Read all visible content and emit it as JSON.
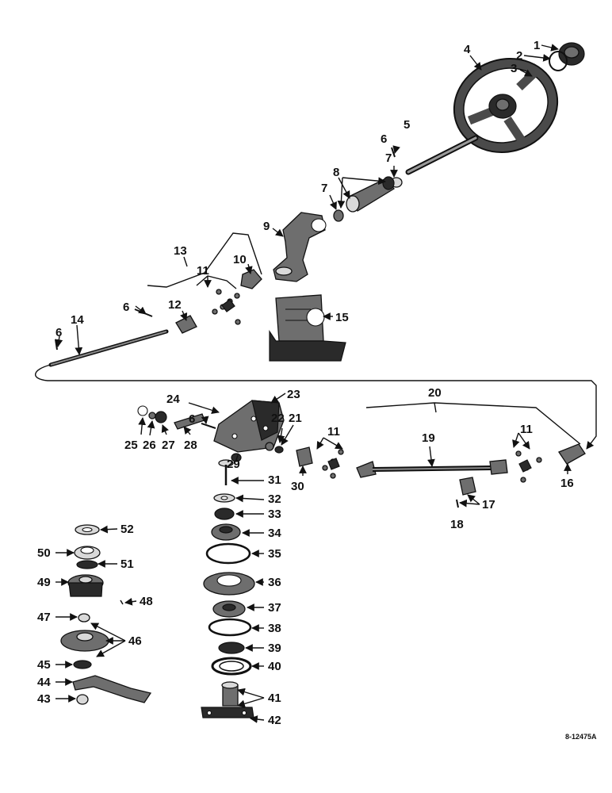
{
  "figure_id": "8-12475A",
  "callouts": {
    "c1": "1",
    "c2": "2",
    "c3": "3",
    "c4": "4",
    "c5": "5",
    "c6a": "6",
    "c6b": "6",
    "c6c": "6",
    "c6d": "6",
    "c7a": "7",
    "c7b": "7",
    "c8": "8",
    "c9": "9",
    "c10": "10",
    "c11a": "11",
    "c11b": "11",
    "c11c": "11",
    "c12": "12",
    "c13": "13",
    "c14": "14",
    "c15": "15",
    "c16": "16",
    "c17": "17",
    "c18": "18",
    "c19": "19",
    "c20": "20",
    "c21": "21",
    "c22": "22",
    "c23": "23",
    "c24": "24",
    "c25": "25",
    "c26": "26",
    "c27": "27",
    "c28": "28",
    "c29": "29",
    "c30": "30",
    "c31": "31",
    "c32": "32",
    "c33": "33",
    "c34": "34",
    "c35": "35",
    "c36": "36",
    "c37": "37",
    "c38": "38",
    "c39": "39",
    "c40": "40",
    "c41": "41",
    "c42": "42",
    "c43": "43",
    "c44": "44",
    "c45": "45",
    "c46": "46",
    "c47": "47",
    "c48": "48",
    "c49": "49",
    "c50": "50",
    "c51": "51",
    "c52": "52"
  }
}
